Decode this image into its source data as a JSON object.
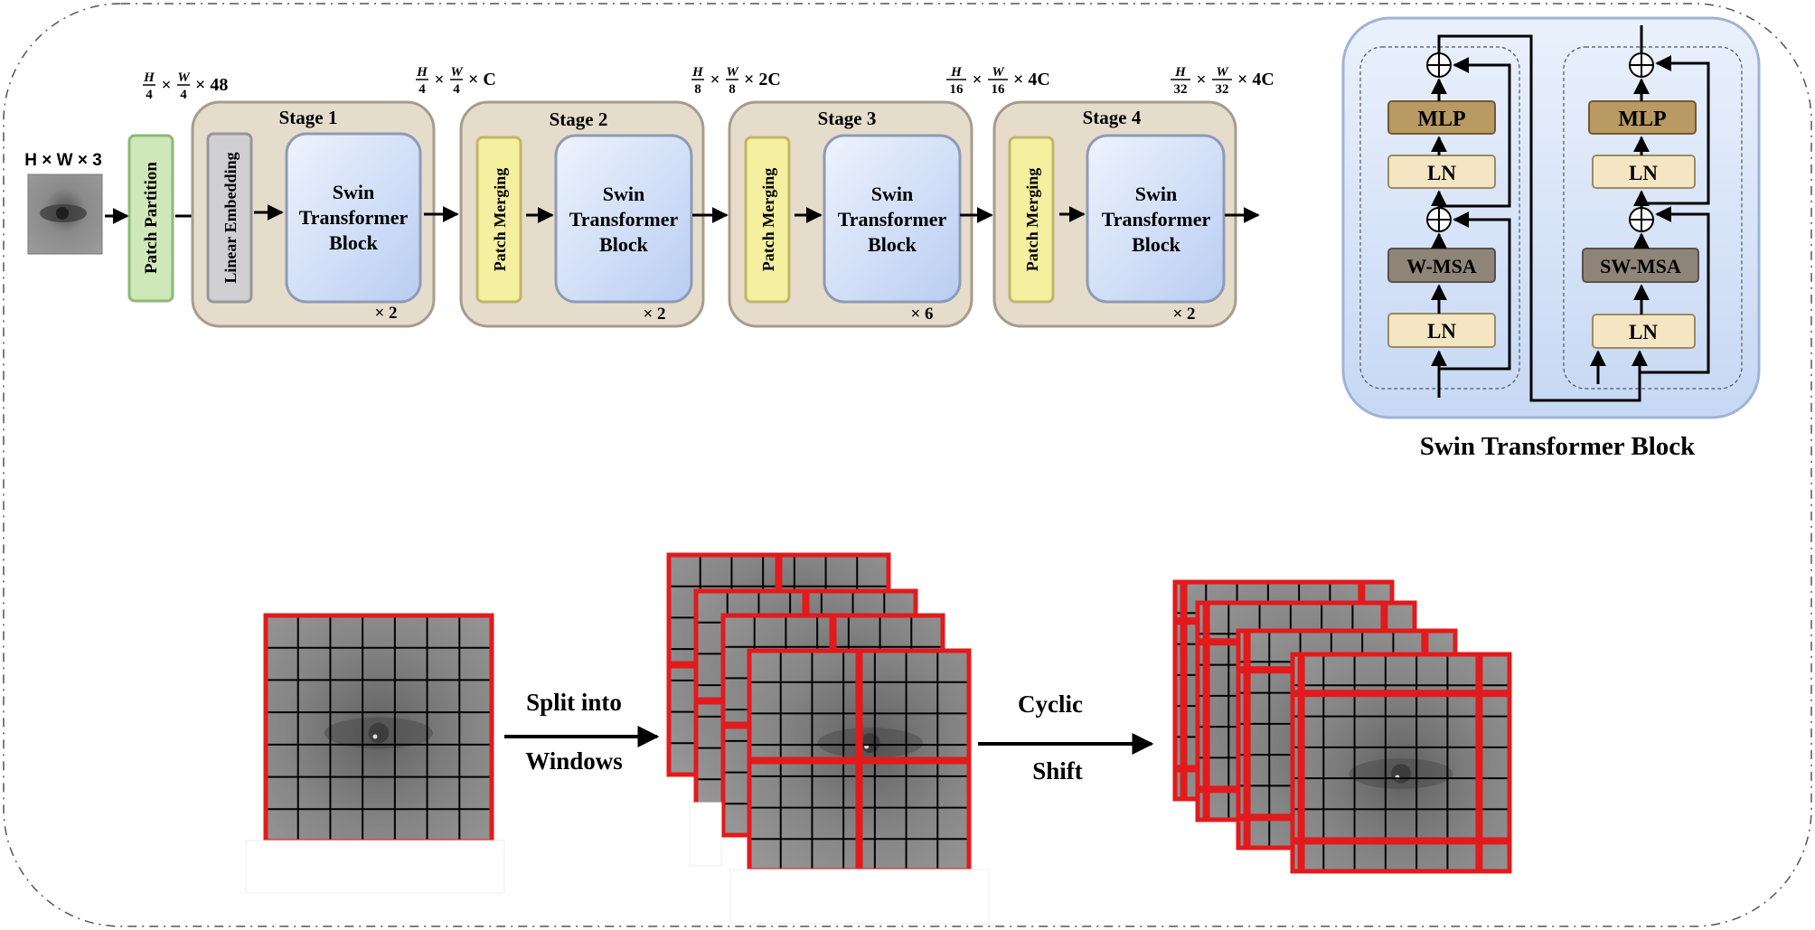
{
  "input": {
    "dims": "H × W × 3"
  },
  "dim_labels": [
    {
      "num1": "H",
      "den1": "4",
      "num2": "W",
      "den2": "4",
      "tail": "× 48"
    },
    {
      "num1": "H",
      "den1": "4",
      "num2": "W",
      "den2": "4",
      "tail": "× C"
    },
    {
      "num1": "H",
      "den1": "8",
      "num2": "W",
      "den2": "8",
      "tail": "× 2C"
    },
    {
      "num1": "H",
      "den1": "16",
      "num2": "W",
      "den2": "16",
      "tail": "× 4C"
    },
    {
      "num1": "H",
      "den1": "32",
      "num2": "W",
      "den2": "32",
      "tail": "× 4C"
    }
  ],
  "times_sign": "×",
  "patch_partition": "Patch Partition",
  "stages": [
    {
      "title": "Stage 1",
      "side": "Linear Embedding",
      "block": [
        "Swin",
        "Transformer",
        "Block"
      ],
      "repeat": "× 2"
    },
    {
      "title": "Stage 2",
      "side": "Patch Merging",
      "block": [
        "Swin",
        "Transformer",
        "Block"
      ],
      "repeat": "× 2"
    },
    {
      "title": "Stage 3",
      "side": "Patch Merging",
      "block": [
        "Swin",
        "Transformer",
        "Block"
      ],
      "repeat": "× 6"
    },
    {
      "title": "Stage 4",
      "side": "Patch Merging",
      "block": [
        "Swin",
        "Transformer",
        "Block"
      ],
      "repeat": "× 2"
    }
  ],
  "swin_block": {
    "title": "Swin Transformer Block",
    "left": {
      "mlp": "MLP",
      "ln_top": "LN",
      "msa": "W-MSA",
      "ln_bottom": "LN"
    },
    "right": {
      "mlp": "MLP",
      "ln_top": "LN",
      "msa": "SW-MSA",
      "ln_bottom": "LN"
    }
  },
  "window_process": {
    "split_label": [
      "Split into",
      "Windows"
    ],
    "shift_label": [
      "Cyclic",
      "Shift"
    ]
  },
  "colors": {
    "stage_fill": "#e6dccb",
    "patch_partition": "#cfe8b8",
    "linear_embedding": "#cfcfd2",
    "patch_merging": "#f5efa0",
    "swin_block": "#cbd9f5",
    "panel_fill": "#d4e2f7",
    "mlp_fill": "#b89a62",
    "msa_fill": "#8f8478",
    "ln_fill": "#f4e6c2",
    "window_red": "#e31a1c",
    "image_gray": "#7d7d7d"
  }
}
